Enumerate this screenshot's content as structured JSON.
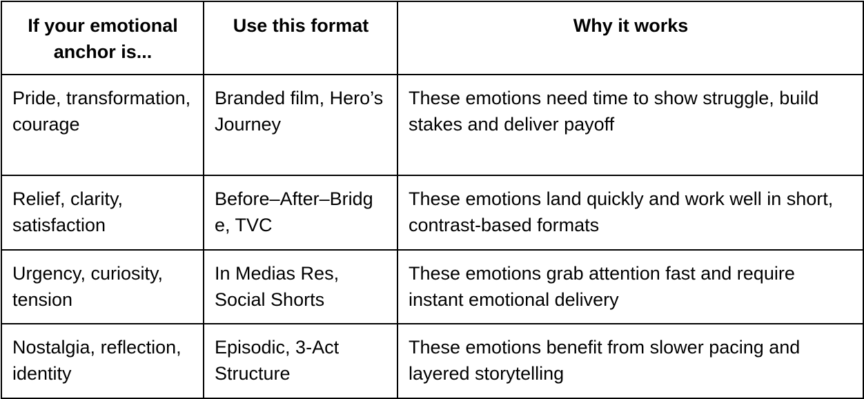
{
  "table": {
    "headers": [
      "If your emotional anchor is...",
      "Use this format",
      "Why it works"
    ],
    "rows": [
      {
        "anchor": "Pride, transformation, courage",
        "format": "Branded film, Hero’s Journey",
        "why": "These emotions need time to show struggle, build stakes and deliver payoff"
      },
      {
        "anchor": "Relief, clarity, satisfaction",
        "format": "Before–After–Bridge, TVC",
        "why": "These emotions land quickly and work well in short, contrast-based formats"
      },
      {
        "anchor": "Urgency, curiosity, tension",
        "format": "In Medias Res, Social Shorts",
        "why": "These emotions grab attention fast and require instant emotional delivery"
      },
      {
        "anchor": "Nostalgia, reflection, identity",
        "format": "Episodic, 3-Act Structure",
        "why": "These emotions benefit from slower pacing and layered storytelling"
      }
    ]
  }
}
